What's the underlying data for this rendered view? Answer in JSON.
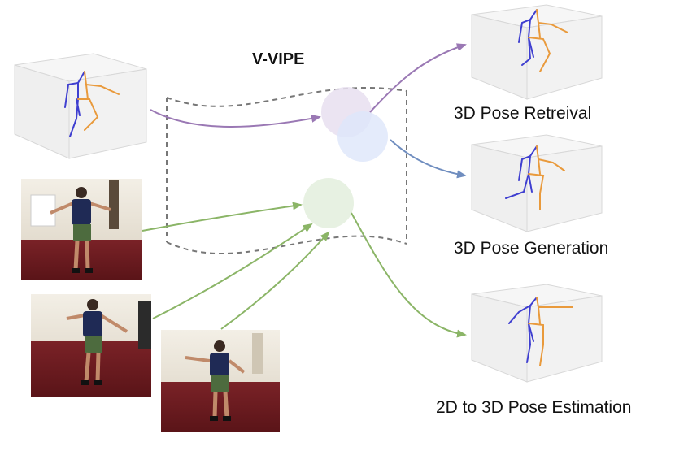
{
  "diagram": {
    "title": "V-VIPE",
    "outputs": [
      {
        "label": "3D Pose Retreival"
      },
      {
        "label": "3D Pose Generation"
      },
      {
        "label": "2D to 3D Pose Estimation"
      }
    ]
  },
  "colors": {
    "purple_arrow": "#9a78b4",
    "blue_arrow": "#6f8dbf",
    "green_arrow": "#8bb567",
    "skeleton_blue": "#3f3fd0",
    "skeleton_orange": "#e99a3c",
    "dashed": "#777777",
    "photo_wall": "#ece7dc",
    "photo_floor": "#6e1b1f"
  },
  "icons": {
    "input_pose": "3d-skeleton-icon",
    "photos": "human-photo",
    "embedding_nodes": "circle-node"
  }
}
